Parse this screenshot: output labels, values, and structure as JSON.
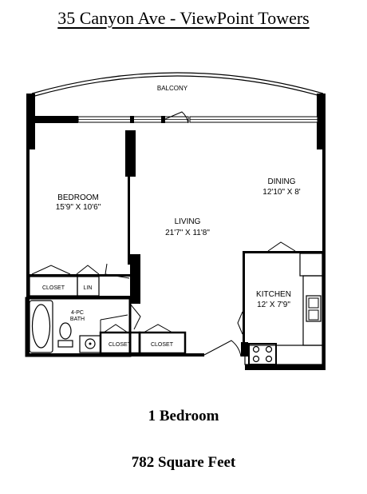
{
  "header": {
    "title": "35 Canyon Ave - ViewPoint Towers"
  },
  "rooms": {
    "balcony": {
      "name": "BALCONY"
    },
    "bedroom": {
      "name": "BEDROOM",
      "dims": "15'9\" X 10'6\""
    },
    "living": {
      "name": "LIVING",
      "dims": "21'7\" X 11'8\""
    },
    "dining": {
      "name": "DINING",
      "dims": "12'10\" X 8'"
    },
    "kitchen": {
      "name": "KITCHEN",
      "dims": "12' X 7'9\""
    },
    "closet_bedroom": {
      "name": "CLOSET"
    },
    "linen": {
      "name": "LIN"
    },
    "bath": {
      "line1": "4-PC",
      "line2": "BATH"
    },
    "closet_1": {
      "name": "CLOSET"
    },
    "closet_2": {
      "name": "CLOSET"
    }
  },
  "summary": {
    "bedrooms": "1 Bedroom",
    "area": "782 Square Feet"
  }
}
